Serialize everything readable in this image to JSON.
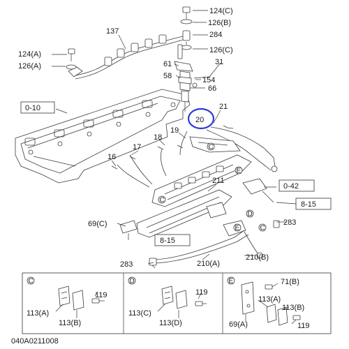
{
  "labels": {
    "p124c": "124(C)",
    "p126b": "126(B)",
    "p137": "137",
    "p284": "284",
    "p124a": "124(A)",
    "p126a": "126(A)",
    "p126c": "126(C)",
    "p61": "61",
    "p31": "31",
    "p58": "58",
    "p154": "154",
    "p66": "66",
    "p0_10": "0-10",
    "p20": "20",
    "p21": "21",
    "p19": "19",
    "p18": "18",
    "p17": "17",
    "p16": "16",
    "p211": "211",
    "p0_42": "0-42",
    "p8_15a": "8-15",
    "p69c": "69(C)",
    "p283a": "283",
    "p8_15b": "8-15",
    "p283b": "283",
    "p210a": "210(A)",
    "p210b": "210(B)",
    "markerC": "C",
    "markerD": "D",
    "markerE": "E"
  },
  "insets": {
    "c": {
      "title": "C",
      "l119": "119",
      "l113a": "113(A)",
      "l113b": "113(B)"
    },
    "d": {
      "title": "D",
      "l119": "119",
      "l113c": "113(C)",
      "l113d": "113(D)"
    },
    "e": {
      "title": "E",
      "l71b": "71(B)",
      "l113a": "113(A)",
      "l113b": "113(B)",
      "l69a": "69(A)",
      "l119": "119"
    }
  },
  "drawing_code": "040A0211008",
  "highlight_color": "#2b3bd6"
}
